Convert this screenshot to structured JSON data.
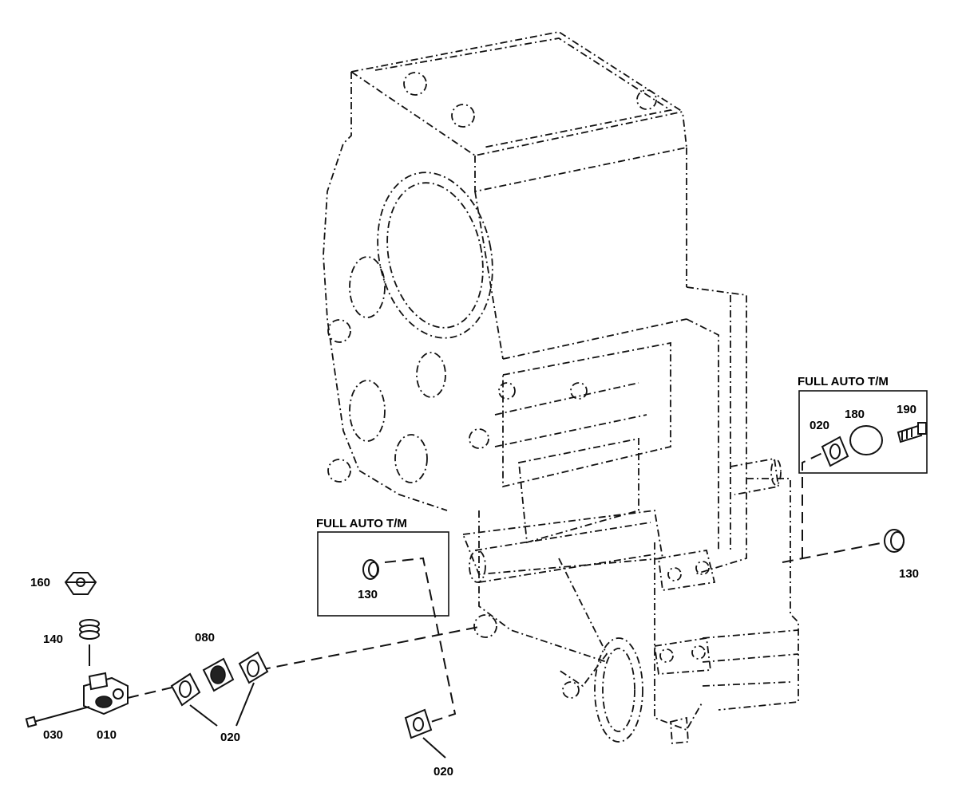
{
  "insets": [
    {
      "title": "FULL AUTO T/M",
      "parts": [
        "130"
      ]
    },
    {
      "title": "FULL AUTO T/M",
      "parts": [
        "020",
        "180",
        "190"
      ]
    }
  ],
  "callouts": {
    "p160": "160",
    "p140": "140",
    "p080": "080",
    "p030": "030",
    "p010": "010",
    "p020_left": "020",
    "p020_bottom": "020",
    "p130_right": "130",
    "p130_inset": "130",
    "p020_inset": "020",
    "p180_inset": "180",
    "p190_inset": "190"
  }
}
